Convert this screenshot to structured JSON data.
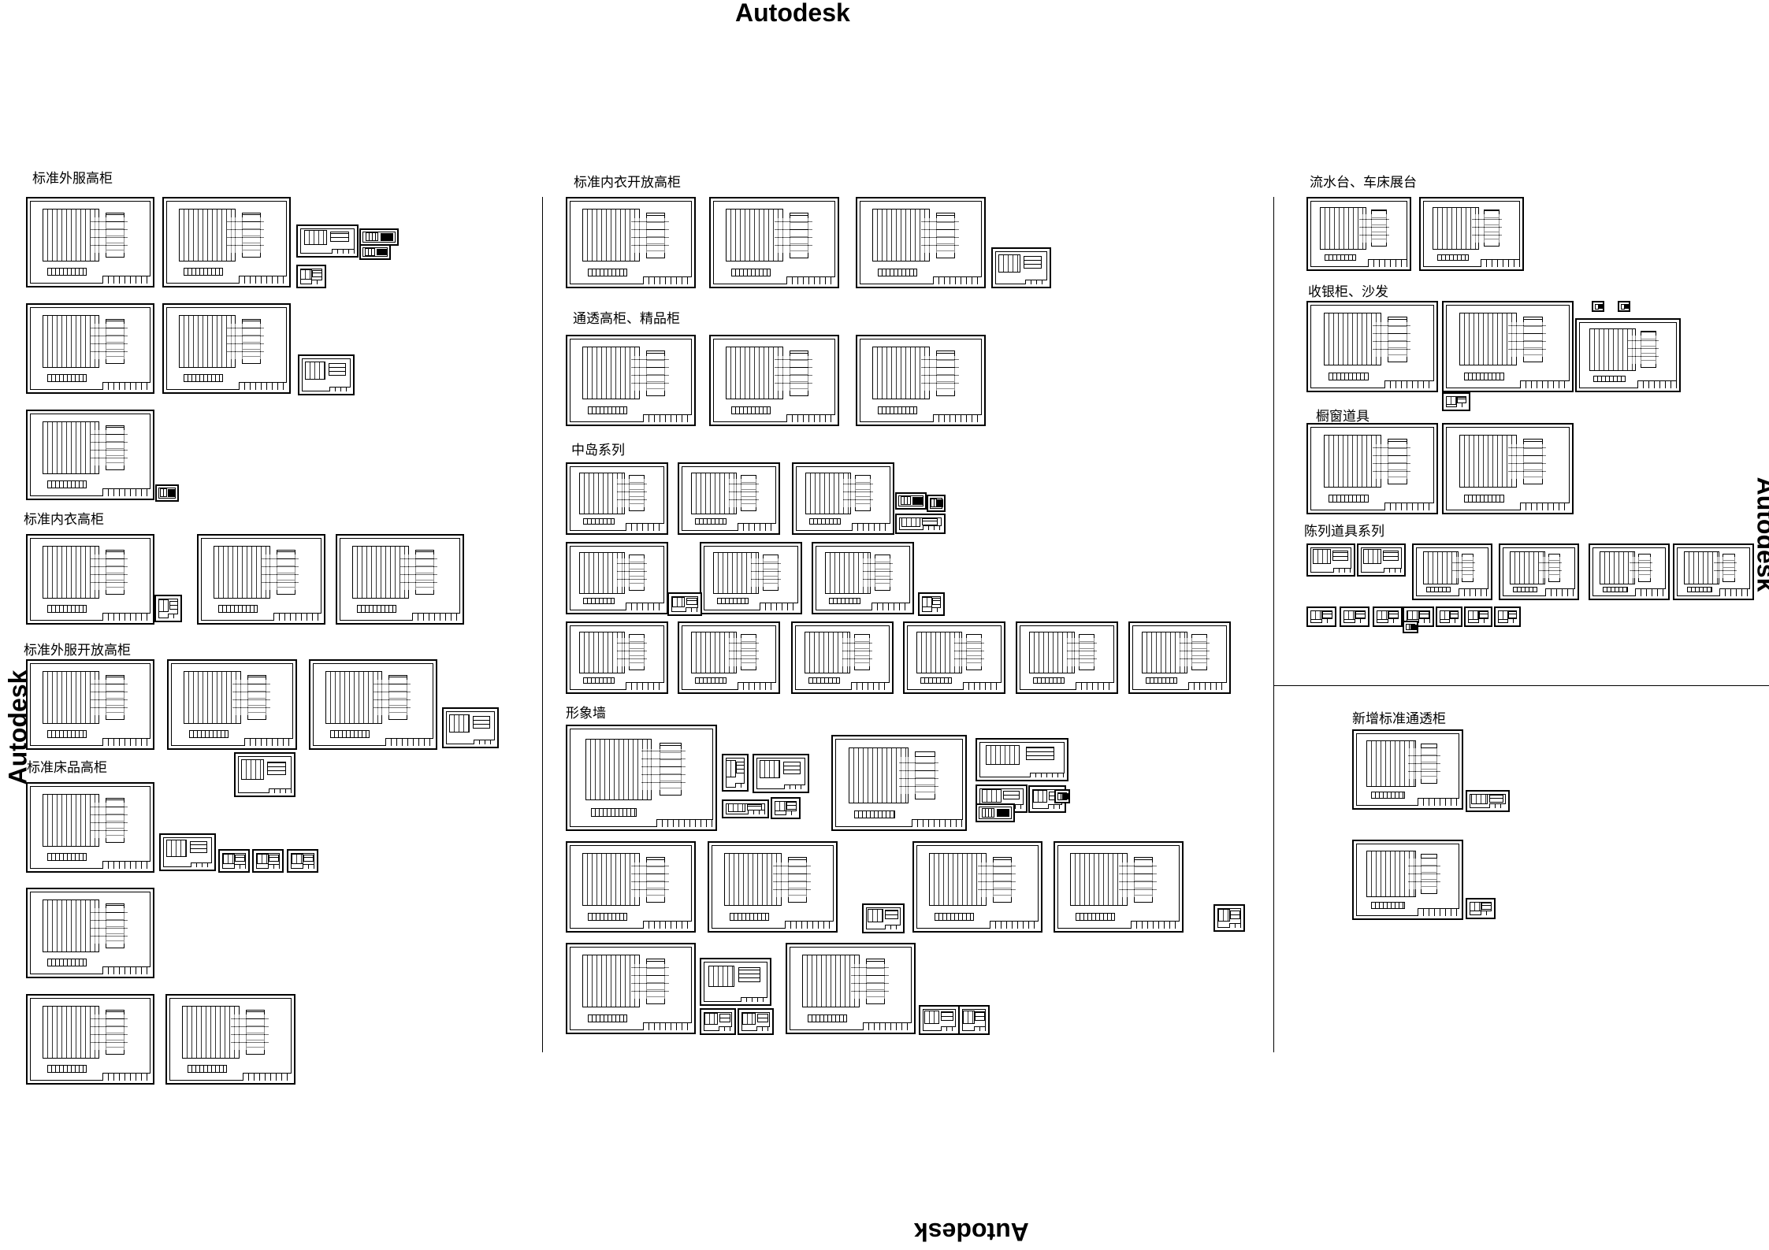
{
  "watermarks": {
    "top": "Autodesk",
    "bottom": "Autodesk",
    "left": "Autodesk",
    "right": "Autodesk"
  },
  "sections": {
    "s1": "标准外服高柜",
    "s2": "标准内衣高柜",
    "s3": "标准外服开放高柜",
    "s4": "标准床品高柜",
    "s5": "标准内衣开放高柜",
    "s6": "通透高柜、精品柜",
    "s7": "中岛系列",
    "s8": "形象墙",
    "s9": "流水台、车床展台",
    "s10": "收银柜、沙发",
    "s11": "橱窗道具",
    "s12": "陈列道具系列",
    "s13": "新增标准通透柜"
  }
}
